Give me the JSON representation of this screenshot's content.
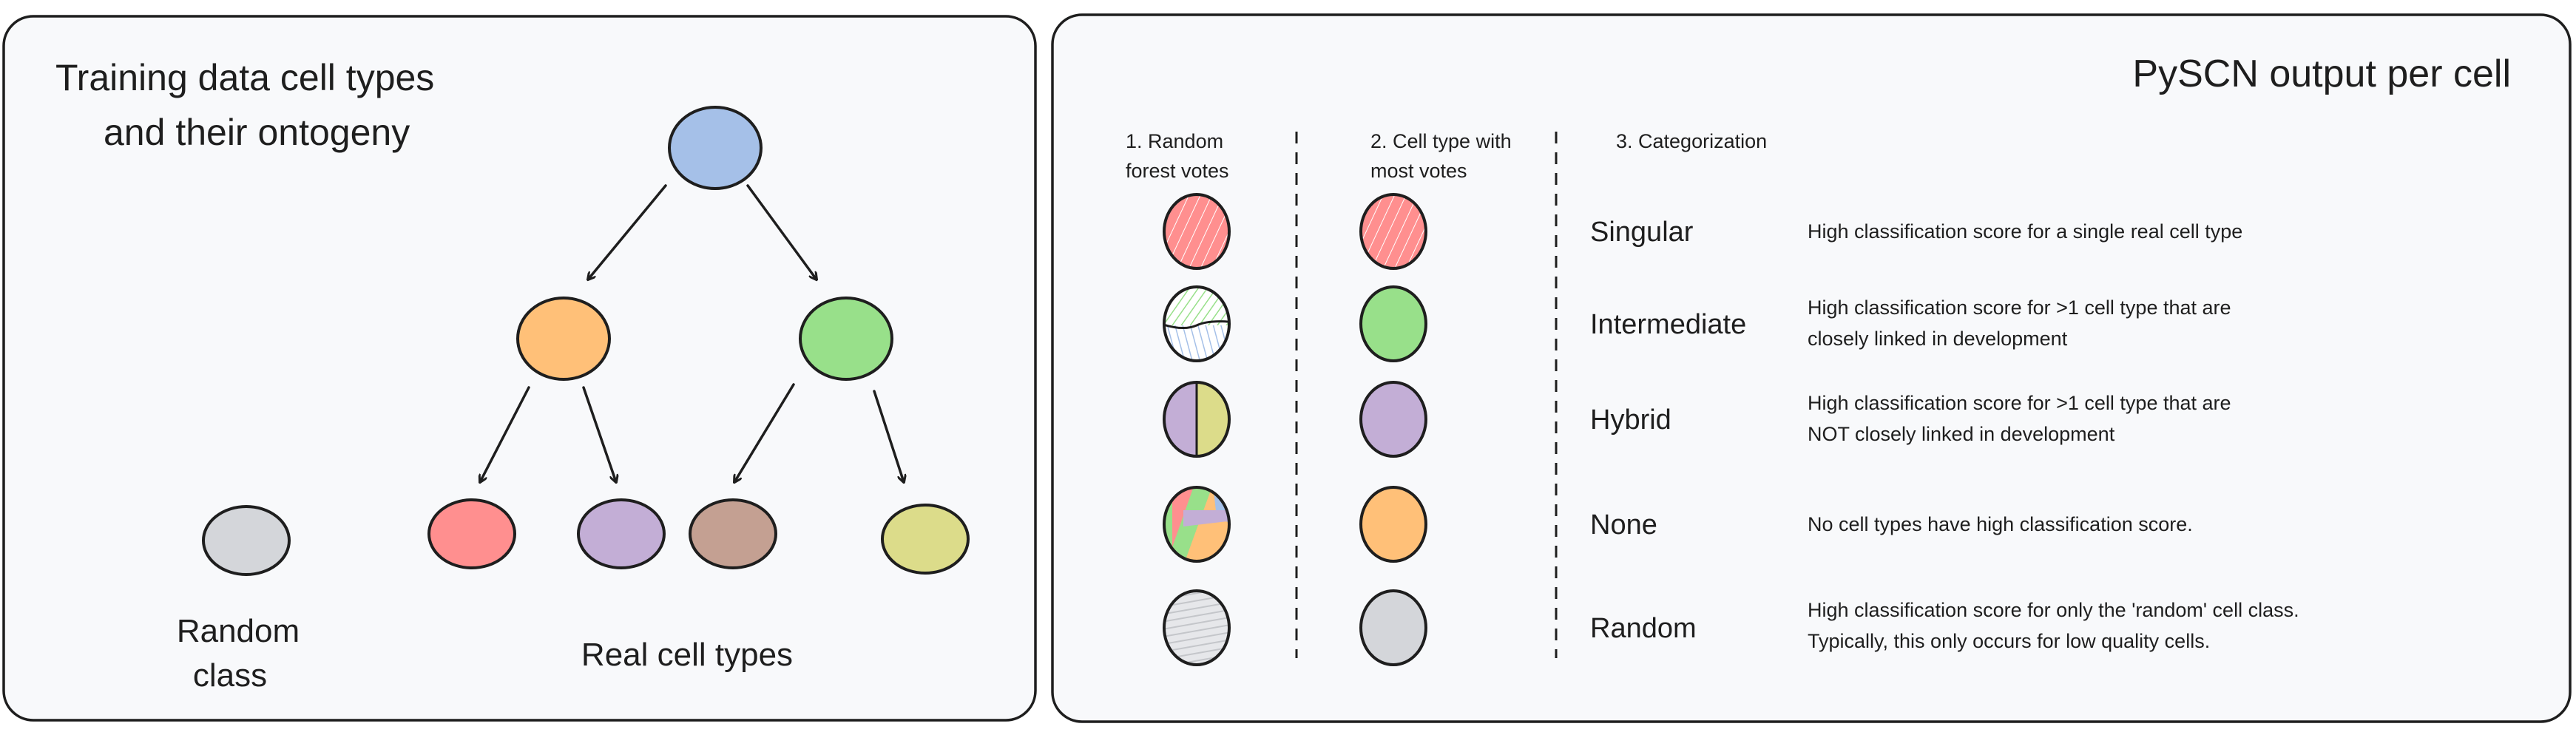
{
  "left_panel": {
    "title_line1": "Training data cell types",
    "title_line2": "and their ontogeny",
    "random_label_line1": "Random",
    "random_label_line2": "class",
    "real_label": "Real cell types"
  },
  "right_panel": {
    "title": "PySCN output per cell",
    "col1_header_line1": "1. Random",
    "col1_header_line2": "forest votes",
    "col2_header_line1": "2. Cell type with",
    "col2_header_line2": "most votes",
    "col3_header": "3. Categorization",
    "rows": [
      {
        "category": "Singular",
        "desc1": "High classification score for a single real cell type",
        "desc2": ""
      },
      {
        "category": "Intermediate",
        "desc1": "High classification score for >1 cell type that are",
        "desc2": "closely linked in development"
      },
      {
        "category": "Hybrid",
        "desc1": "High classification score for >1 cell type that are",
        "desc2": "NOT closely linked in development"
      },
      {
        "category": "None",
        "desc1": "No cell types have high classification score.",
        "desc2": ""
      },
      {
        "category": "Random",
        "desc1": "High classification score for only the 'random' cell class.",
        "desc2": "Typically, this only occurs for low quality cells."
      }
    ]
  },
  "colors": {
    "blue": "#a5c0e8",
    "orange": "#ffc078",
    "green": "#98e08a",
    "red": "#ff8f8f",
    "purple": "#c3aed6",
    "brown": "#c4a092",
    "yellow": "#dcdc8a",
    "gray": "#d4d6da"
  }
}
